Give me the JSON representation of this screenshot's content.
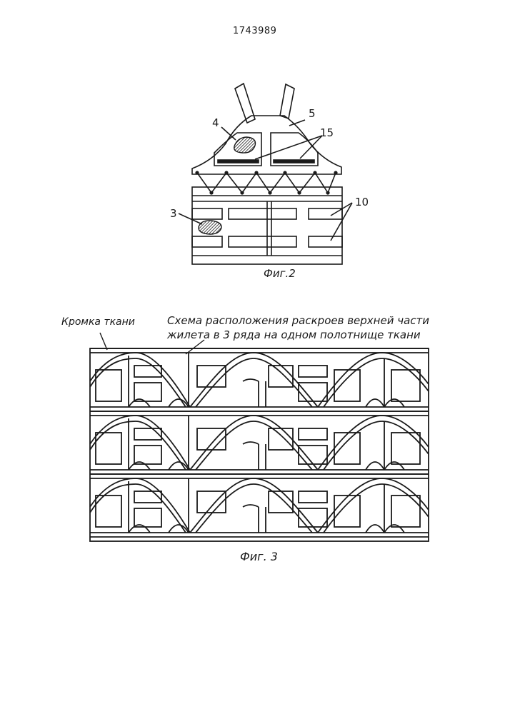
{
  "document": {
    "patent_number": "1743989",
    "fig2_caption": "Фиг.2",
    "fig3_caption": "Фиг. 3",
    "fig3_label_edge": "Кромка ткани",
    "fig3_title_line1": "Схема расположения раскроев верхней части",
    "fig3_title_line2": "жилета в 3 ряда на одном полотнище ткани"
  },
  "fig2_labels": {
    "n3": "3",
    "n4": "4",
    "n5": "5",
    "n10": "10",
    "n15": "15"
  }
}
